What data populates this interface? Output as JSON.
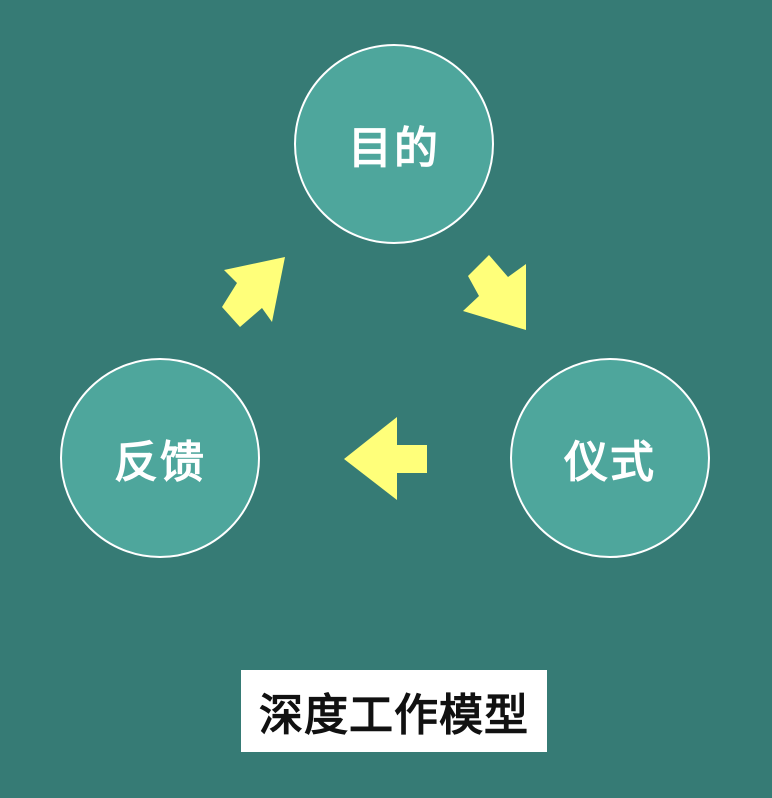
{
  "nodes": {
    "purpose": "目的",
    "ritual": "仪式",
    "feedback": "反馈"
  },
  "caption": "深度工作模型",
  "colors": {
    "background": "#367b75",
    "node_fill": "#4ea69c",
    "node_border": "#ffffff",
    "arrow": "#ffff7a",
    "caption_bg": "#ffffff",
    "caption_text": "#111111"
  },
  "icons": [
    "arrow-up-right-icon",
    "arrow-down-right-icon",
    "arrow-left-icon"
  ]
}
